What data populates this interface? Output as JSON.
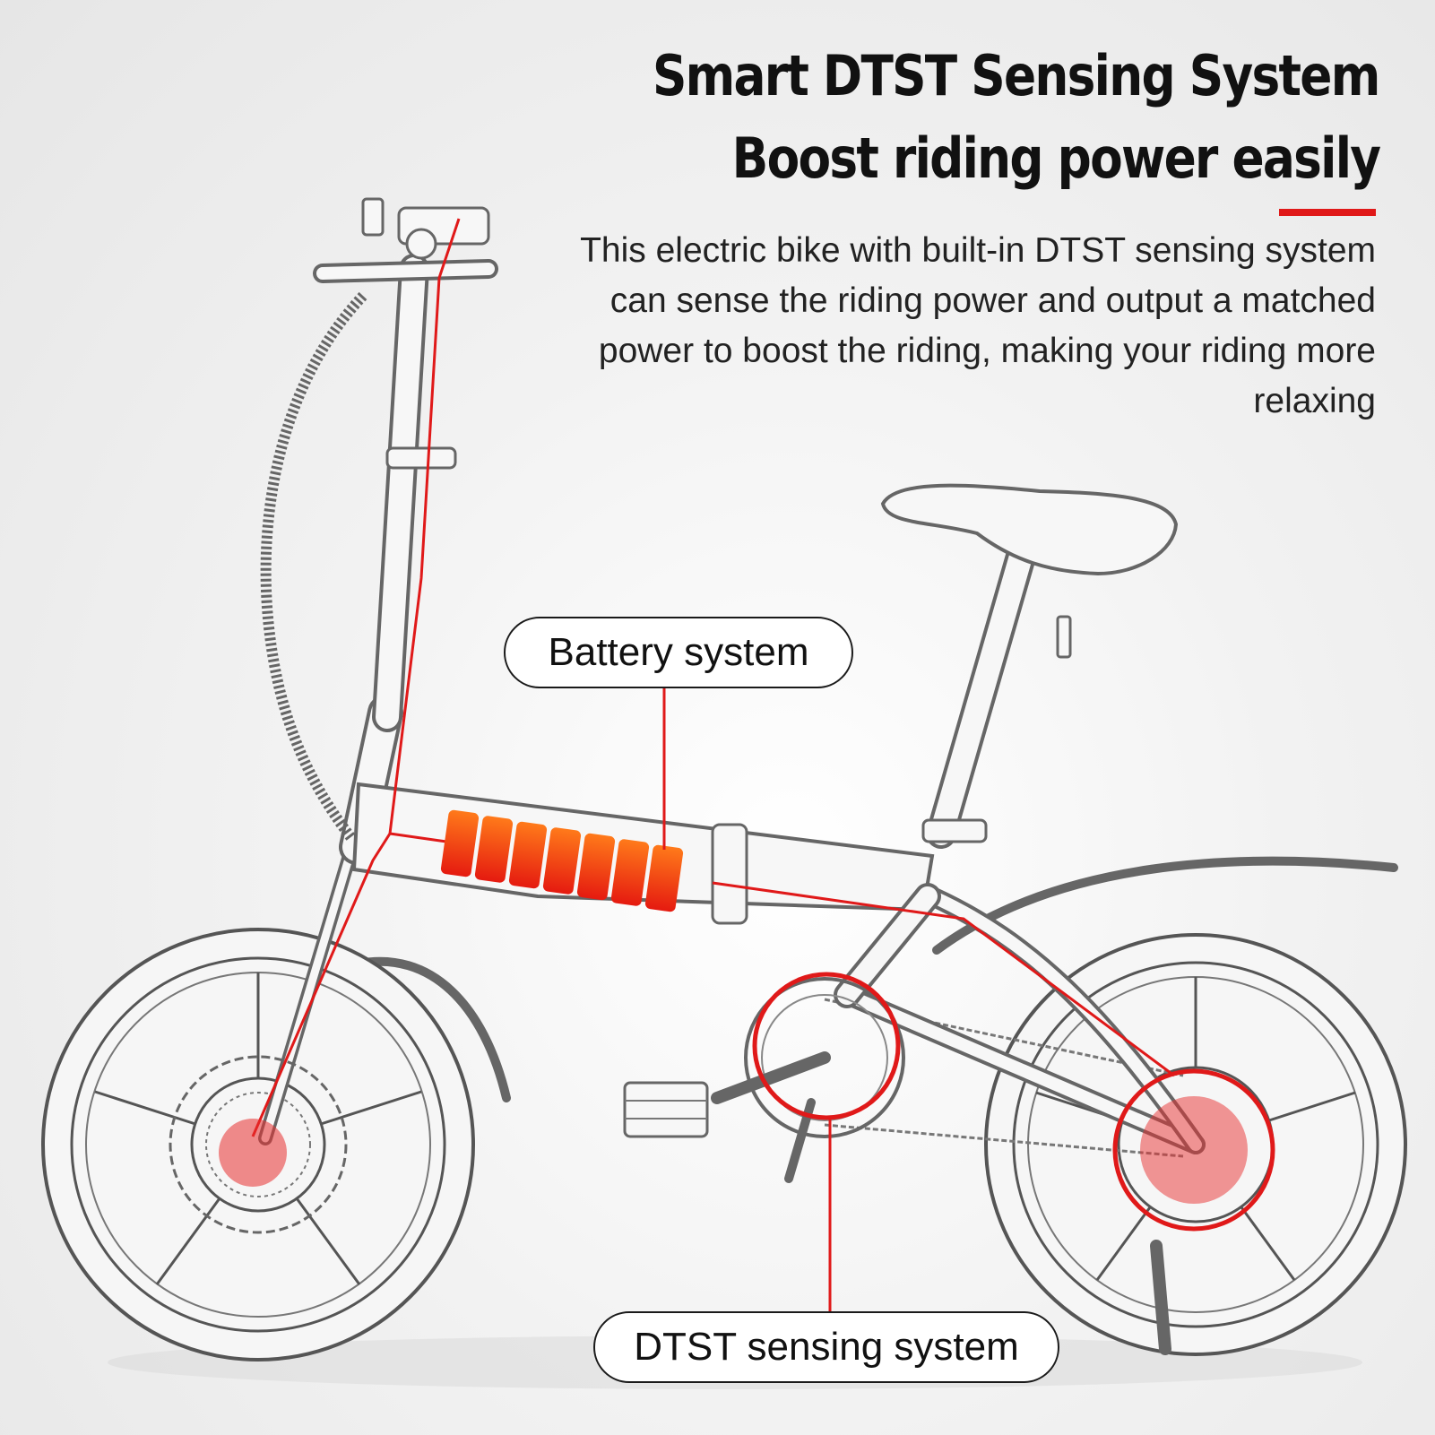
{
  "headline": {
    "line1": "Smart DTST Sensing System",
    "line2": "Boost riding power easily"
  },
  "description": "This electric bike with built-in DTST sensing system can sense the riding power and output a matched power to boost the riding, making your riding more relaxing",
  "callouts": {
    "battery": "Battery system",
    "sensing": "DTST sensing system"
  },
  "colors": {
    "accent": "#e01919",
    "battery_cell": "#f04a10",
    "line_art": "#555555",
    "text": "#111111"
  },
  "illustration": {
    "subject": "folding electric bike line-art",
    "battery_cell_count": 7
  }
}
